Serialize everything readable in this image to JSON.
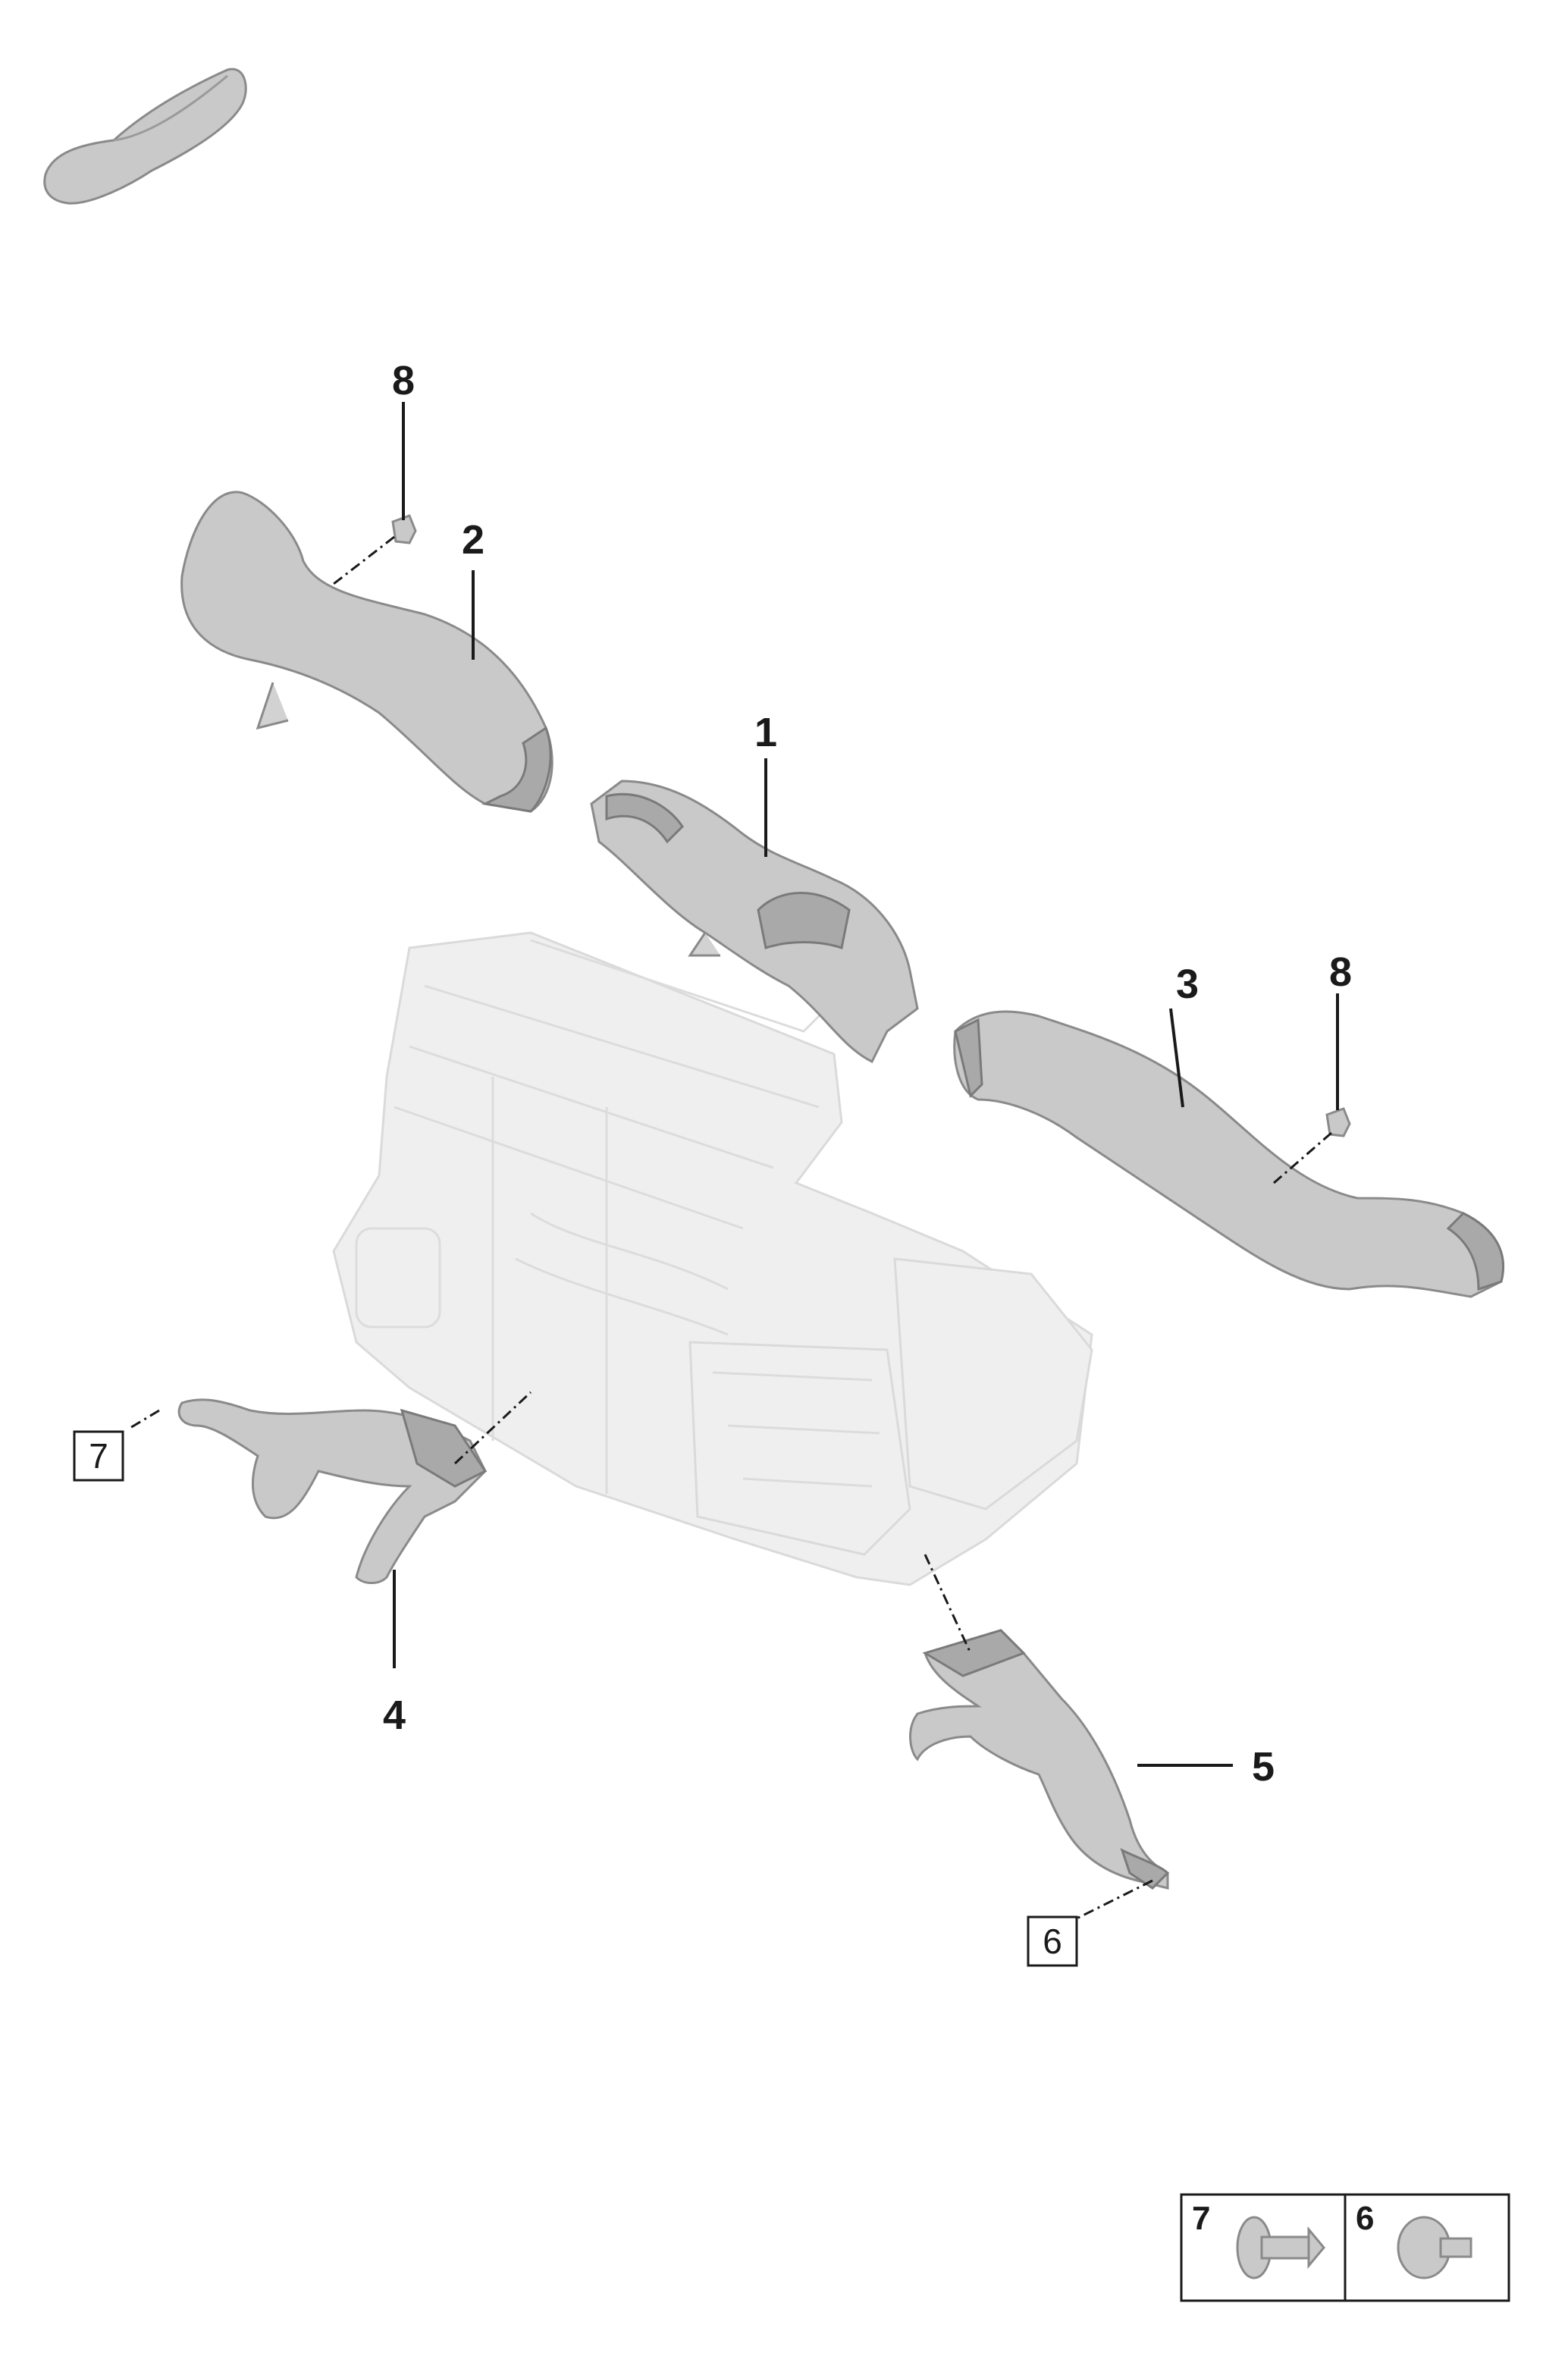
{
  "callouts": {
    "c1": "1",
    "c2": "2",
    "c3": "3",
    "c4": "4",
    "c5": "5",
    "c8a": "8",
    "c8b": "8"
  },
  "boxed_callouts": {
    "b6": "6",
    "b7": "7"
  },
  "inset": {
    "left_label": "7",
    "right_label": "6"
  },
  "colors": {
    "part_fill": "#c9c9c9",
    "ghost_fill": "#efefef",
    "line": "#1a1a1a"
  }
}
